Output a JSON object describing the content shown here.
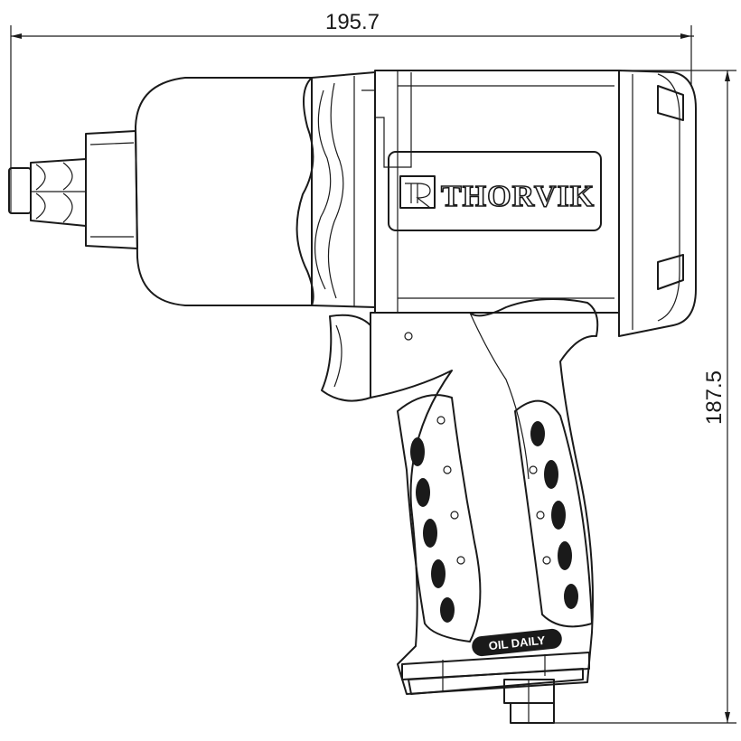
{
  "drawing": {
    "width_dimension": "195.7",
    "height_dimension": "187.5",
    "brand_logo": "THORVIK",
    "base_label": "OIL DAILY"
  }
}
